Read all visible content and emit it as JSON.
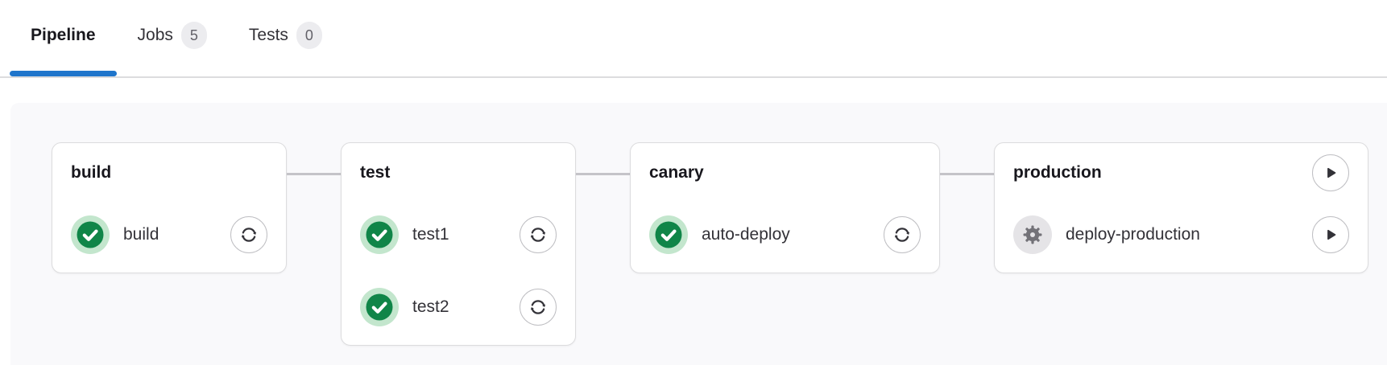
{
  "tabs": [
    {
      "label": "Pipeline",
      "active": true
    },
    {
      "label": "Jobs",
      "badge": "5",
      "active": false
    },
    {
      "label": "Tests",
      "badge": "0",
      "active": false
    }
  ],
  "pipeline": {
    "stages": [
      {
        "name": "build",
        "jobs": [
          {
            "name": "build",
            "status": "success",
            "action": "retry"
          }
        ]
      },
      {
        "name": "test",
        "jobs": [
          {
            "name": "test1",
            "status": "success",
            "action": "retry"
          },
          {
            "name": "test2",
            "status": "success",
            "action": "retry"
          }
        ]
      },
      {
        "name": "canary",
        "jobs": [
          {
            "name": "auto-deploy",
            "status": "success",
            "action": "retry"
          }
        ]
      },
      {
        "name": "production",
        "header_action": "play",
        "jobs": [
          {
            "name": "deploy-production",
            "status": "manual",
            "action": "play"
          }
        ]
      }
    ]
  },
  "colors": {
    "active_tab_indicator": "#1f75cb",
    "tab_border": "#dcdcde",
    "badge_background": "#ececef",
    "badge_text": "#626168",
    "graph_background": "#f9f9fb",
    "card_border": "#dcdcde",
    "connector": "#c4c3c8",
    "success_green": "#108548",
    "success_halo": "#c3e6cd",
    "manual_gray": "#737278",
    "manual_halo": "#e5e4e7",
    "action_icon": "#333238"
  }
}
